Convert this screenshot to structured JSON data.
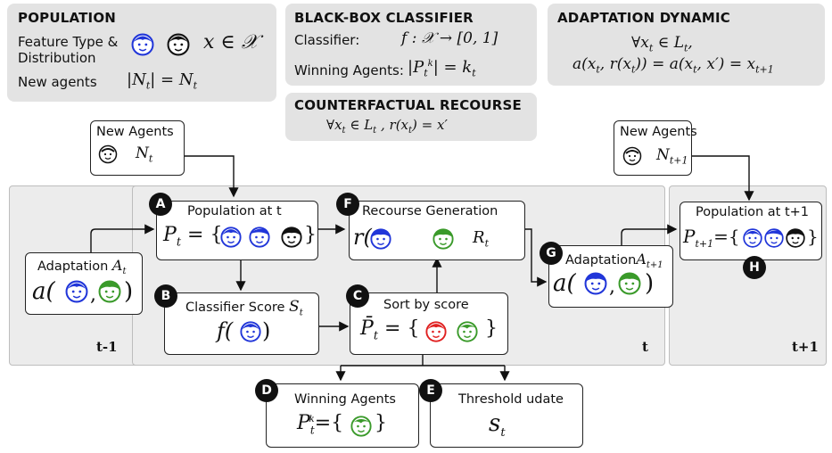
{
  "top_panels": {
    "population": {
      "title": "POPULATION",
      "feature_label_line1": "Feature Type &",
      "feature_label_line2": "Distribution",
      "feature_formula": "x ∈ 𝒳",
      "new_agents_label": "New agents",
      "new_agents_formula": "|N_t| = N_t"
    },
    "classifier": {
      "title": "BLACK-BOX CLASSIFIER",
      "classifier_label": "Classifier:",
      "classifier_formula": "f : 𝒳 → [0, 1]",
      "winning_label": "Winning Agents:",
      "winning_formula": "|P_t^k| = k_t"
    },
    "recourse": {
      "title": "COUNTERFACTUAL RECOURSE",
      "formula": "∀x_t ∈ L_t , r(x_t) = x′"
    },
    "adaptation": {
      "title": "ADAPTATION DYNAMIC",
      "formula_line1": "∀x_t ∈ L_t,",
      "formula_line2": "a(x_t, r(x_t)) = a(x_t, x′) = x_{t+1}"
    }
  },
  "time_labels": {
    "prev": "t-1",
    "current": "t",
    "next": "t+1"
  },
  "boxes": {
    "new_agents_t": {
      "label": "New Agents",
      "formula": "N_t"
    },
    "new_agents_t1": {
      "label": "New Agents",
      "formula": "N_{t+1}"
    },
    "adaptation_t": {
      "label": "Adaptation",
      "label_math": "A_t",
      "formula": "a(",
      "sep": ",",
      "close": ")"
    },
    "population_t": {
      "badge": "A",
      "label": "Population at t",
      "formula": "P_t = {",
      "close": "}"
    },
    "classifier_score": {
      "badge": "B",
      "label": "Classifier Score",
      "label_math": "S_t",
      "formula": "f(",
      "close": ")"
    },
    "sort": {
      "badge": "C",
      "label": "Sort by score",
      "formula": "P̄_t = {",
      "close": "}"
    },
    "winning": {
      "badge": "D",
      "label": "Winning Agents",
      "formula": "P_t^k={",
      "close": "}"
    },
    "threshold": {
      "badge": "E",
      "label": "Threshold udate",
      "formula": "s_t"
    },
    "recourse_gen": {
      "badge": "F",
      "label": "Recourse Generation",
      "formula": "r(",
      "close": ")",
      "result": "R_t"
    },
    "adaptation_t1": {
      "badge": "G",
      "label": "Adaptation",
      "label_math": "A_{t+1}",
      "formula": "a(",
      "sep": ",",
      "close": ")"
    },
    "population_t1": {
      "badge": "H",
      "label": "Population at t+1",
      "formula": "P_{t+1}={",
      "close": "}"
    }
  },
  "colors": {
    "blue": "#2136d9",
    "green": "#3a9a2a",
    "red": "#e02020",
    "black": "#111111",
    "panel": "#e3e3e3",
    "frame": "#ececec"
  }
}
